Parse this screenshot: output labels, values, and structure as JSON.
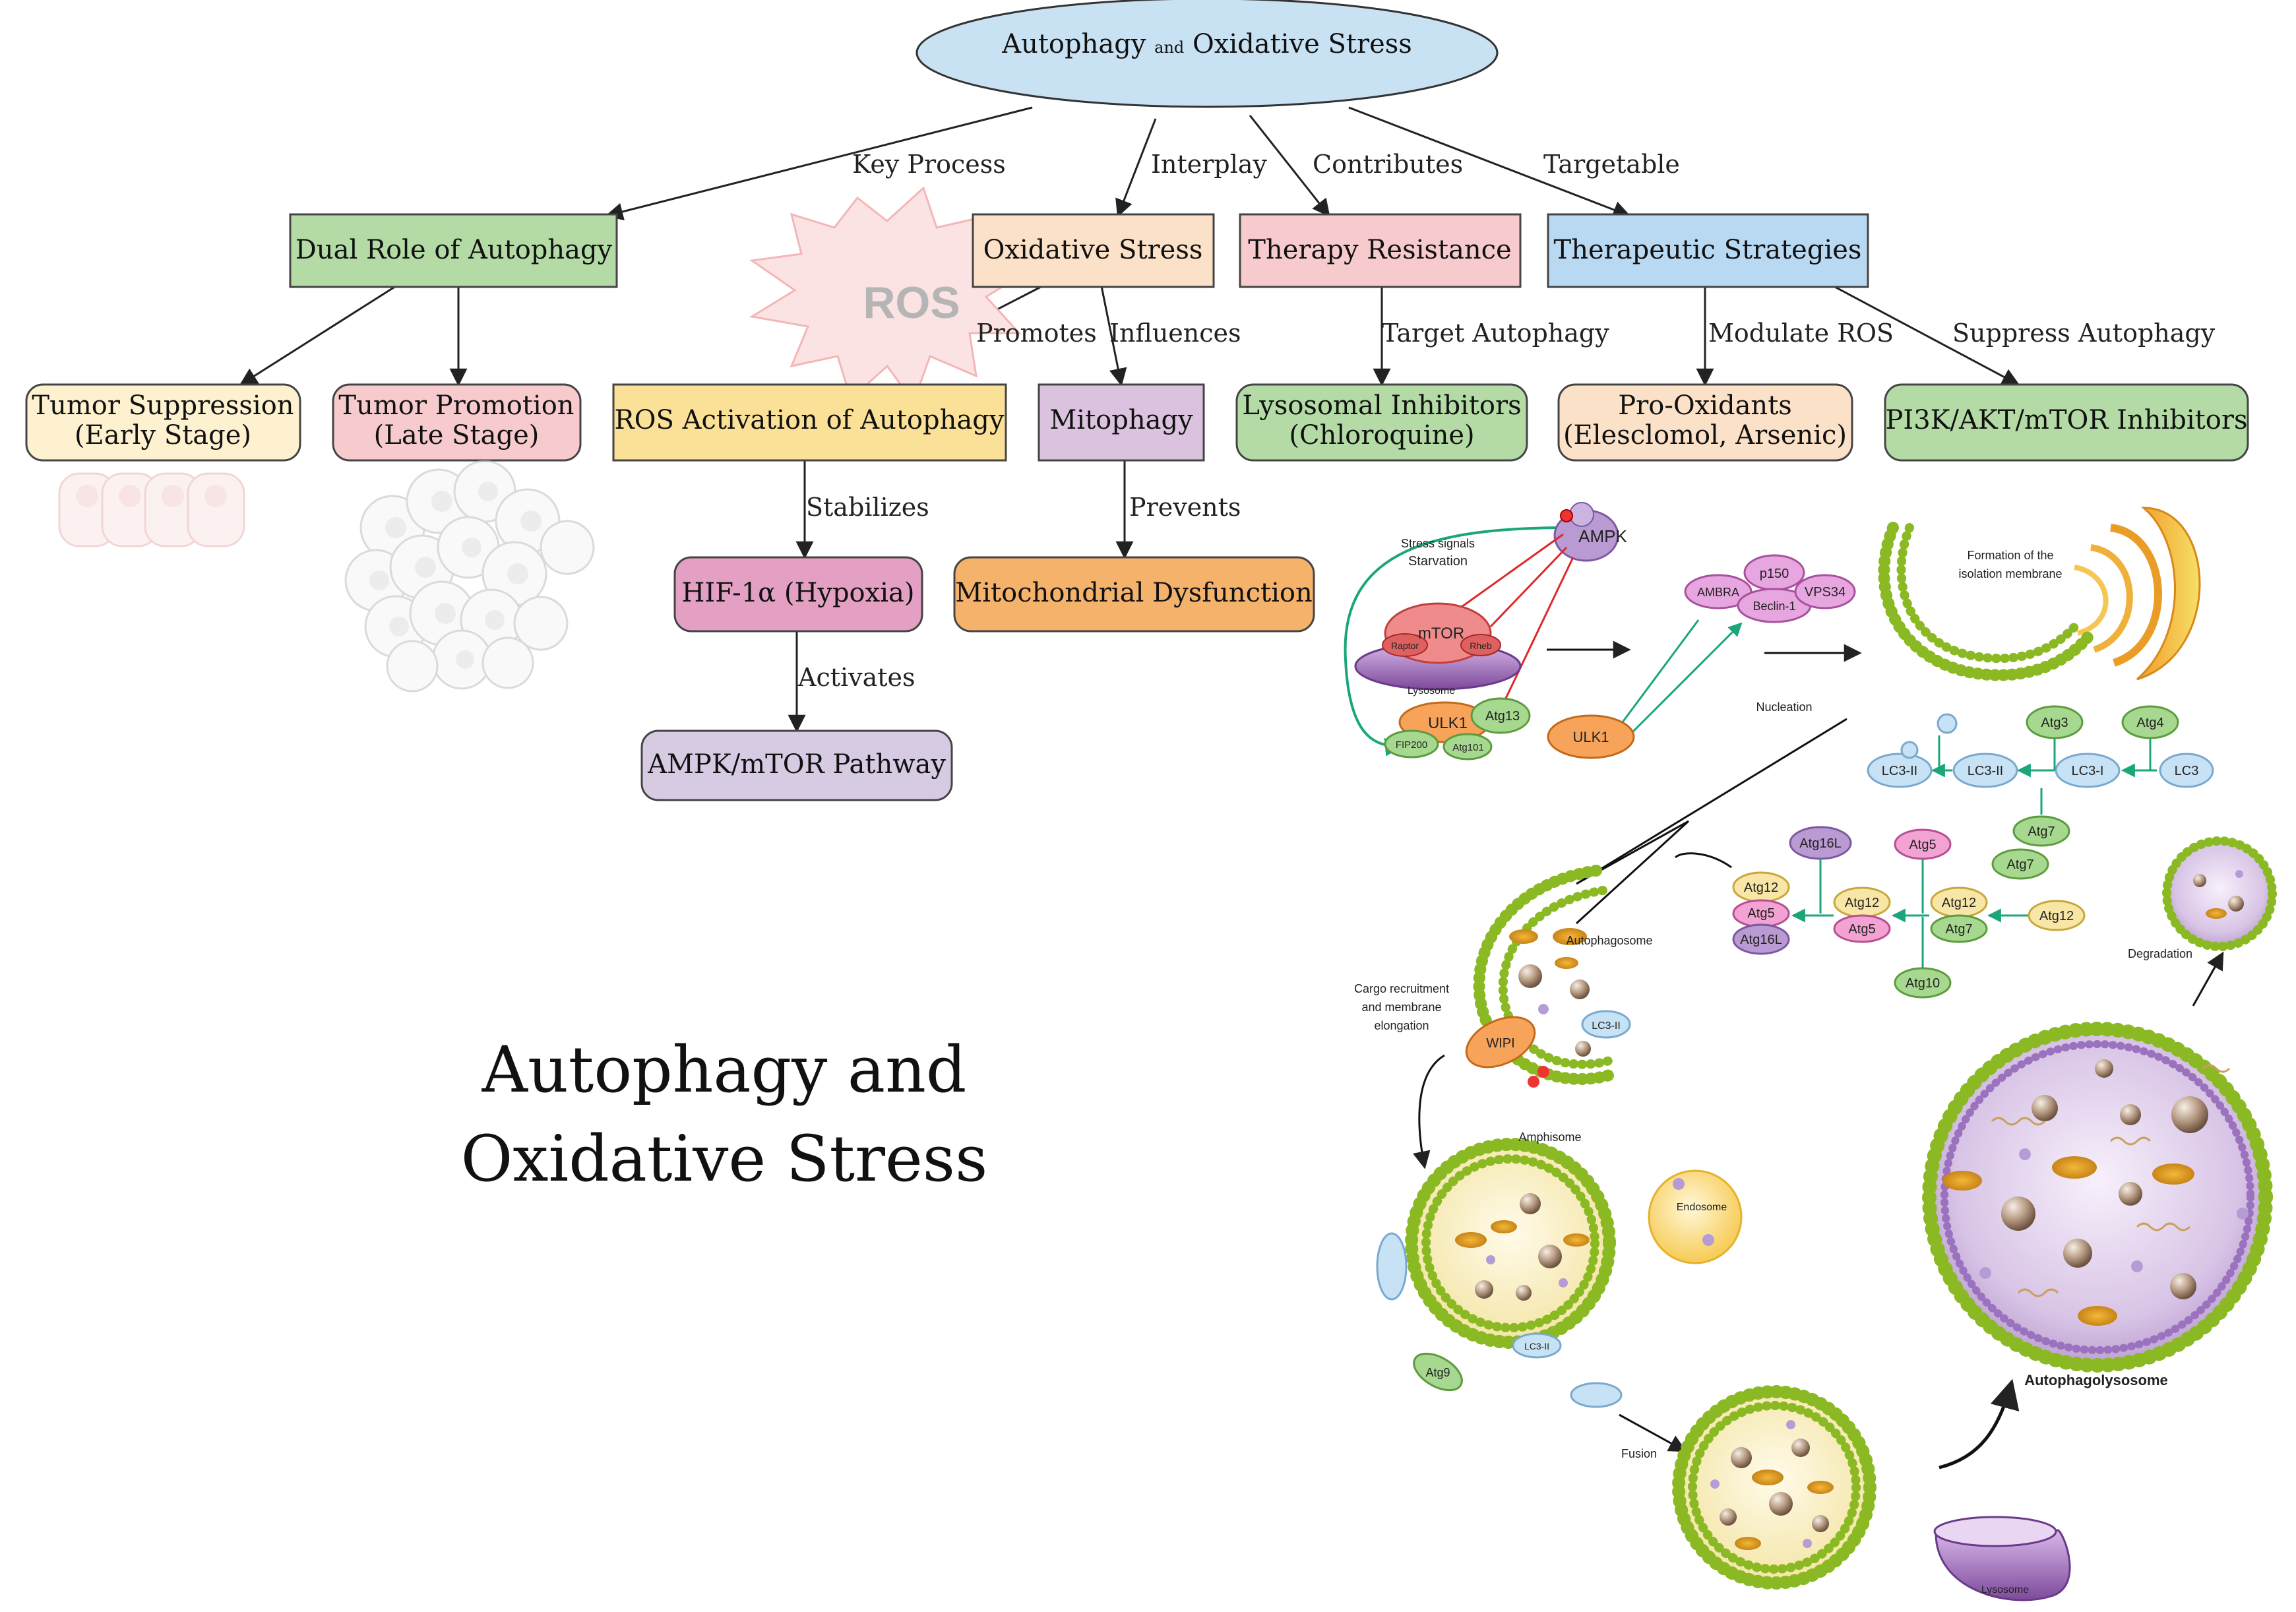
{
  "root": {
    "pre": "Autophagy",
    "and": "and",
    "post": "Oxidative Stress"
  },
  "edges": {
    "key_process": "Key Process",
    "interplay": "Interplay",
    "contributes": "Contributes",
    "targetable": "Targetable",
    "promotes": "Promotes",
    "influences": "Influences",
    "target_autophagy": "Target Autophagy",
    "modulate_ros": "Modulate ROS",
    "suppress_autophagy": "Suppress Autophagy",
    "stabilizes": "Stabilizes",
    "prevents": "Prevents",
    "activates": "Activates"
  },
  "nodes": {
    "dual_role": "Dual Role of Autophagy",
    "oxidative_stress": "Oxidative Stress",
    "therapy_resistance": "Therapy Resistance",
    "therapeutic_strategies": "Therapeutic Strategies",
    "tumor_suppression": [
      "Tumor Suppression",
      "(Early Stage)"
    ],
    "tumor_promotion": [
      "Tumor Promotion",
      "(Late Stage)"
    ],
    "ros_activation": "ROS Activation of Autophagy",
    "mitophagy": "Mitophagy",
    "lysosomal_inhibitors": [
      "Lysosomal Inhibitors",
      "(Chloroquine)"
    ],
    "pro_oxidants": [
      "Pro-Oxidants",
      "(Elesclomol, Arsenic)"
    ],
    "pi3k": "PI3K/AKT/mTOR Inhibitors",
    "hif": "HIF-1α (Hypoxia)",
    "mito_dysfunction": "Mitochondrial Dysfunction",
    "ampk_mtor": "AMPK/mTOR Pathway"
  },
  "ros_burst": "ROS",
  "big_title": [
    "Autophagy and",
    "Oxidative Stress"
  ],
  "pathway": {
    "stress_signals": [
      "Stress signals",
      "Starvation"
    ],
    "ampk": "AMPK",
    "mtor": "mTOR",
    "raptor": "Raptor",
    "rheb": "Rheb",
    "lysosome_small": "Lysosome",
    "ulk1": "ULK1",
    "atg13": "Atg13",
    "fip200": "FIP200",
    "atg101": "Atg101",
    "ulk1_b": "ULK1",
    "ambra": "AMBRA",
    "p150": "p150",
    "beclin": "Beclin-1",
    "vps34": "VPS34",
    "formation": [
      "Formation of the",
      "isolation membrane"
    ],
    "nucleation": "Nucleation",
    "lc3_ii": "LC3-II",
    "lc3_ii_b": "LC3-II",
    "lc3_i": "LC3-I",
    "lc3": "LC3",
    "atg3": "Atg3",
    "atg4": "Atg4",
    "atg7": "Atg7",
    "atg7_b": "Atg7",
    "atg7_c": "Atg7",
    "atg16l": "Atg16L",
    "atg16l_b": "Atg16L",
    "atg5": "Atg5",
    "atg5_b": "Atg5",
    "atg5_c": "Atg5",
    "atg12": "Atg12",
    "atg12_b": "Atg12",
    "atg12_c": "Atg12",
    "atg12_d": "Atg12",
    "atg10": "Atg10",
    "autophagosome": "Autophagosome",
    "cargo": [
      "Cargo recruitment",
      "and membrane",
      "elongation"
    ],
    "wipi": "WIPI",
    "amphisome": "Amphisome",
    "endosome": "Endosome",
    "atg9": "Atg9",
    "fusion": "Fusion",
    "lysosome": "Lysosome",
    "autophagolysosome": "Autophagolysosome",
    "degradation": "Degradation"
  },
  "colors": {
    "root_fill": "#c9e2f3",
    "blue_node": "#b9d8f2",
    "green_node": "#b4dba5",
    "peach_node": "#fbe1c8",
    "pink_node": "#f7cbce",
    "yellow_node": "#fbe198",
    "lavender_node": "#dbc3df",
    "magenta_node": "#e3a0c2",
    "orange_node": "#f5b26b",
    "purple_node": "#d6cbe2",
    "cream_node": "#fdf1cf",
    "membrane": "#8ab923",
    "membrane_dot": "#d0d818"
  }
}
